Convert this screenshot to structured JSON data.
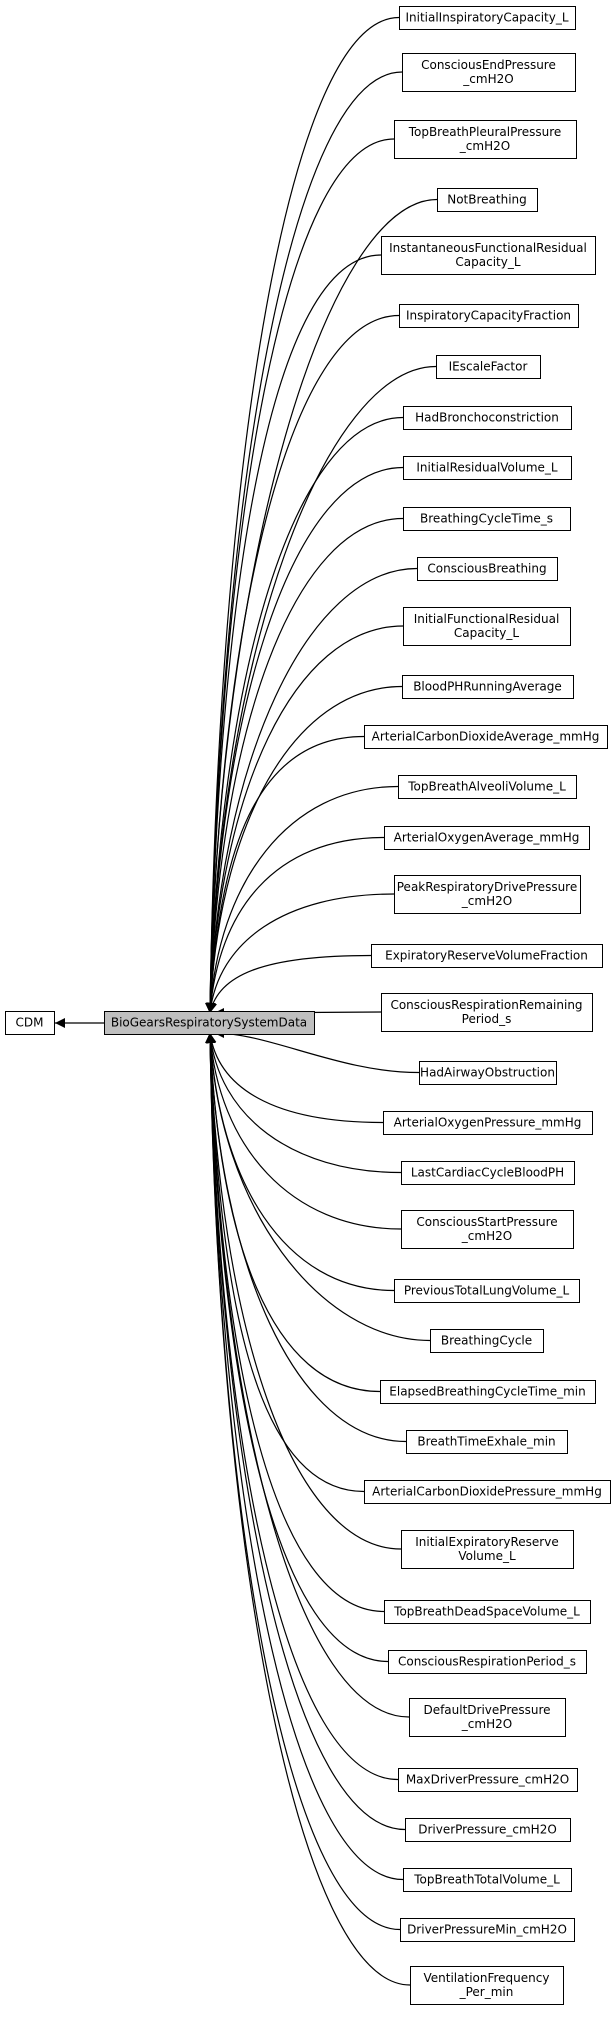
{
  "root": {
    "label": [
      "CDM"
    ]
  },
  "center": {
    "label": [
      "BioGearsRespiratorySystemData"
    ]
  },
  "members": [
    {
      "label": [
        "InitialInspiratoryCapacity_L"
      ]
    },
    {
      "label": [
        "ConsciousEndPressure",
        "_cmH2O"
      ]
    },
    {
      "label": [
        "TopBreathPleuralPressure",
        "_cmH2O"
      ]
    },
    {
      "label": [
        "NotBreathing"
      ]
    },
    {
      "label": [
        "InstantaneousFunctionalResidual",
        "Capacity_L"
      ]
    },
    {
      "label": [
        "InspiratoryCapacityFraction"
      ]
    },
    {
      "label": [
        "IEscaleFactor"
      ]
    },
    {
      "label": [
        "HadBronchoconstriction"
      ]
    },
    {
      "label": [
        "InitialResidualVolume_L"
      ]
    },
    {
      "label": [
        "BreathingCycleTime_s"
      ]
    },
    {
      "label": [
        "ConsciousBreathing"
      ]
    },
    {
      "label": [
        "InitialFunctionalResidual",
        "Capacity_L"
      ]
    },
    {
      "label": [
        "BloodPHRunningAverage"
      ]
    },
    {
      "label": [
        "ArterialCarbonDioxideAverage_mmHg"
      ]
    },
    {
      "label": [
        "TopBreathAlveoliVolume_L"
      ]
    },
    {
      "label": [
        "ArterialOxygenAverage_mmHg"
      ]
    },
    {
      "label": [
        "PeakRespiratoryDrivePressure",
        "_cmH2O"
      ]
    },
    {
      "label": [
        "ExpiratoryReserveVolumeFraction"
      ]
    },
    {
      "label": [
        "ConsciousRespirationRemaining",
        "Period_s"
      ]
    },
    {
      "label": [
        "HadAirwayObstruction"
      ]
    },
    {
      "label": [
        "ArterialOxygenPressure_mmHg"
      ]
    },
    {
      "label": [
        "LastCardiacCycleBloodPH"
      ]
    },
    {
      "label": [
        "ConsciousStartPressure",
        "_cmH2O"
      ]
    },
    {
      "label": [
        "PreviousTotalLungVolume_L"
      ]
    },
    {
      "label": [
        "BreathingCycle"
      ]
    },
    {
      "label": [
        "ElapsedBreathingCycleTime_min"
      ]
    },
    {
      "label": [
        "BreathTimeExhale_min"
      ]
    },
    {
      "label": [
        "ArterialCarbonDioxidePressure_mmHg"
      ]
    },
    {
      "label": [
        "InitialExpiratoryReserve",
        "Volume_L"
      ]
    },
    {
      "label": [
        "TopBreathDeadSpaceVolume_L"
      ]
    },
    {
      "label": [
        "ConsciousRespirationPeriod_s"
      ]
    },
    {
      "label": [
        "DefaultDrivePressure",
        "_cmH2O"
      ]
    },
    {
      "label": [
        "MaxDriverPressure_cmH2O"
      ]
    },
    {
      "label": [
        "DriverPressure_cmH2O"
      ]
    },
    {
      "label": [
        "TopBreathTotalVolume_L"
      ]
    },
    {
      "label": [
        "DriverPressureMin_cmH2O"
      ]
    },
    {
      "label": [
        "VentilationFrequency",
        "_Per_min"
      ]
    }
  ]
}
